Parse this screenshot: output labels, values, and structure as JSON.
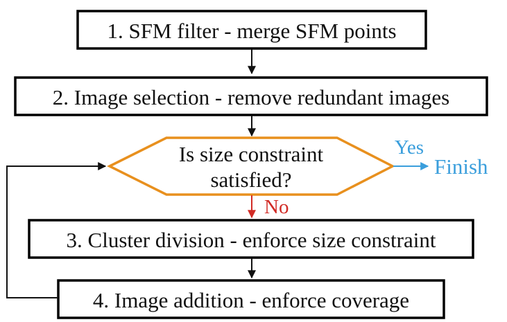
{
  "steps": {
    "step1": "1. SFM filter - merge SFM points",
    "step2": "2. Image selection - remove redundant images",
    "decision_line1": "Is size constraint",
    "decision_line2": "satisfied?",
    "step3": "3. Cluster division - enforce size constraint",
    "step4": "4. Image addition - enforce coverage"
  },
  "branches": {
    "yes_label": "Yes",
    "finish_label": "Finish",
    "no_label": "No"
  },
  "colors": {
    "box_border": "#000000",
    "decision_border": "#E8901E",
    "yes": "#3A9EDC",
    "no": "#D12B25",
    "arrow": "#111111"
  }
}
